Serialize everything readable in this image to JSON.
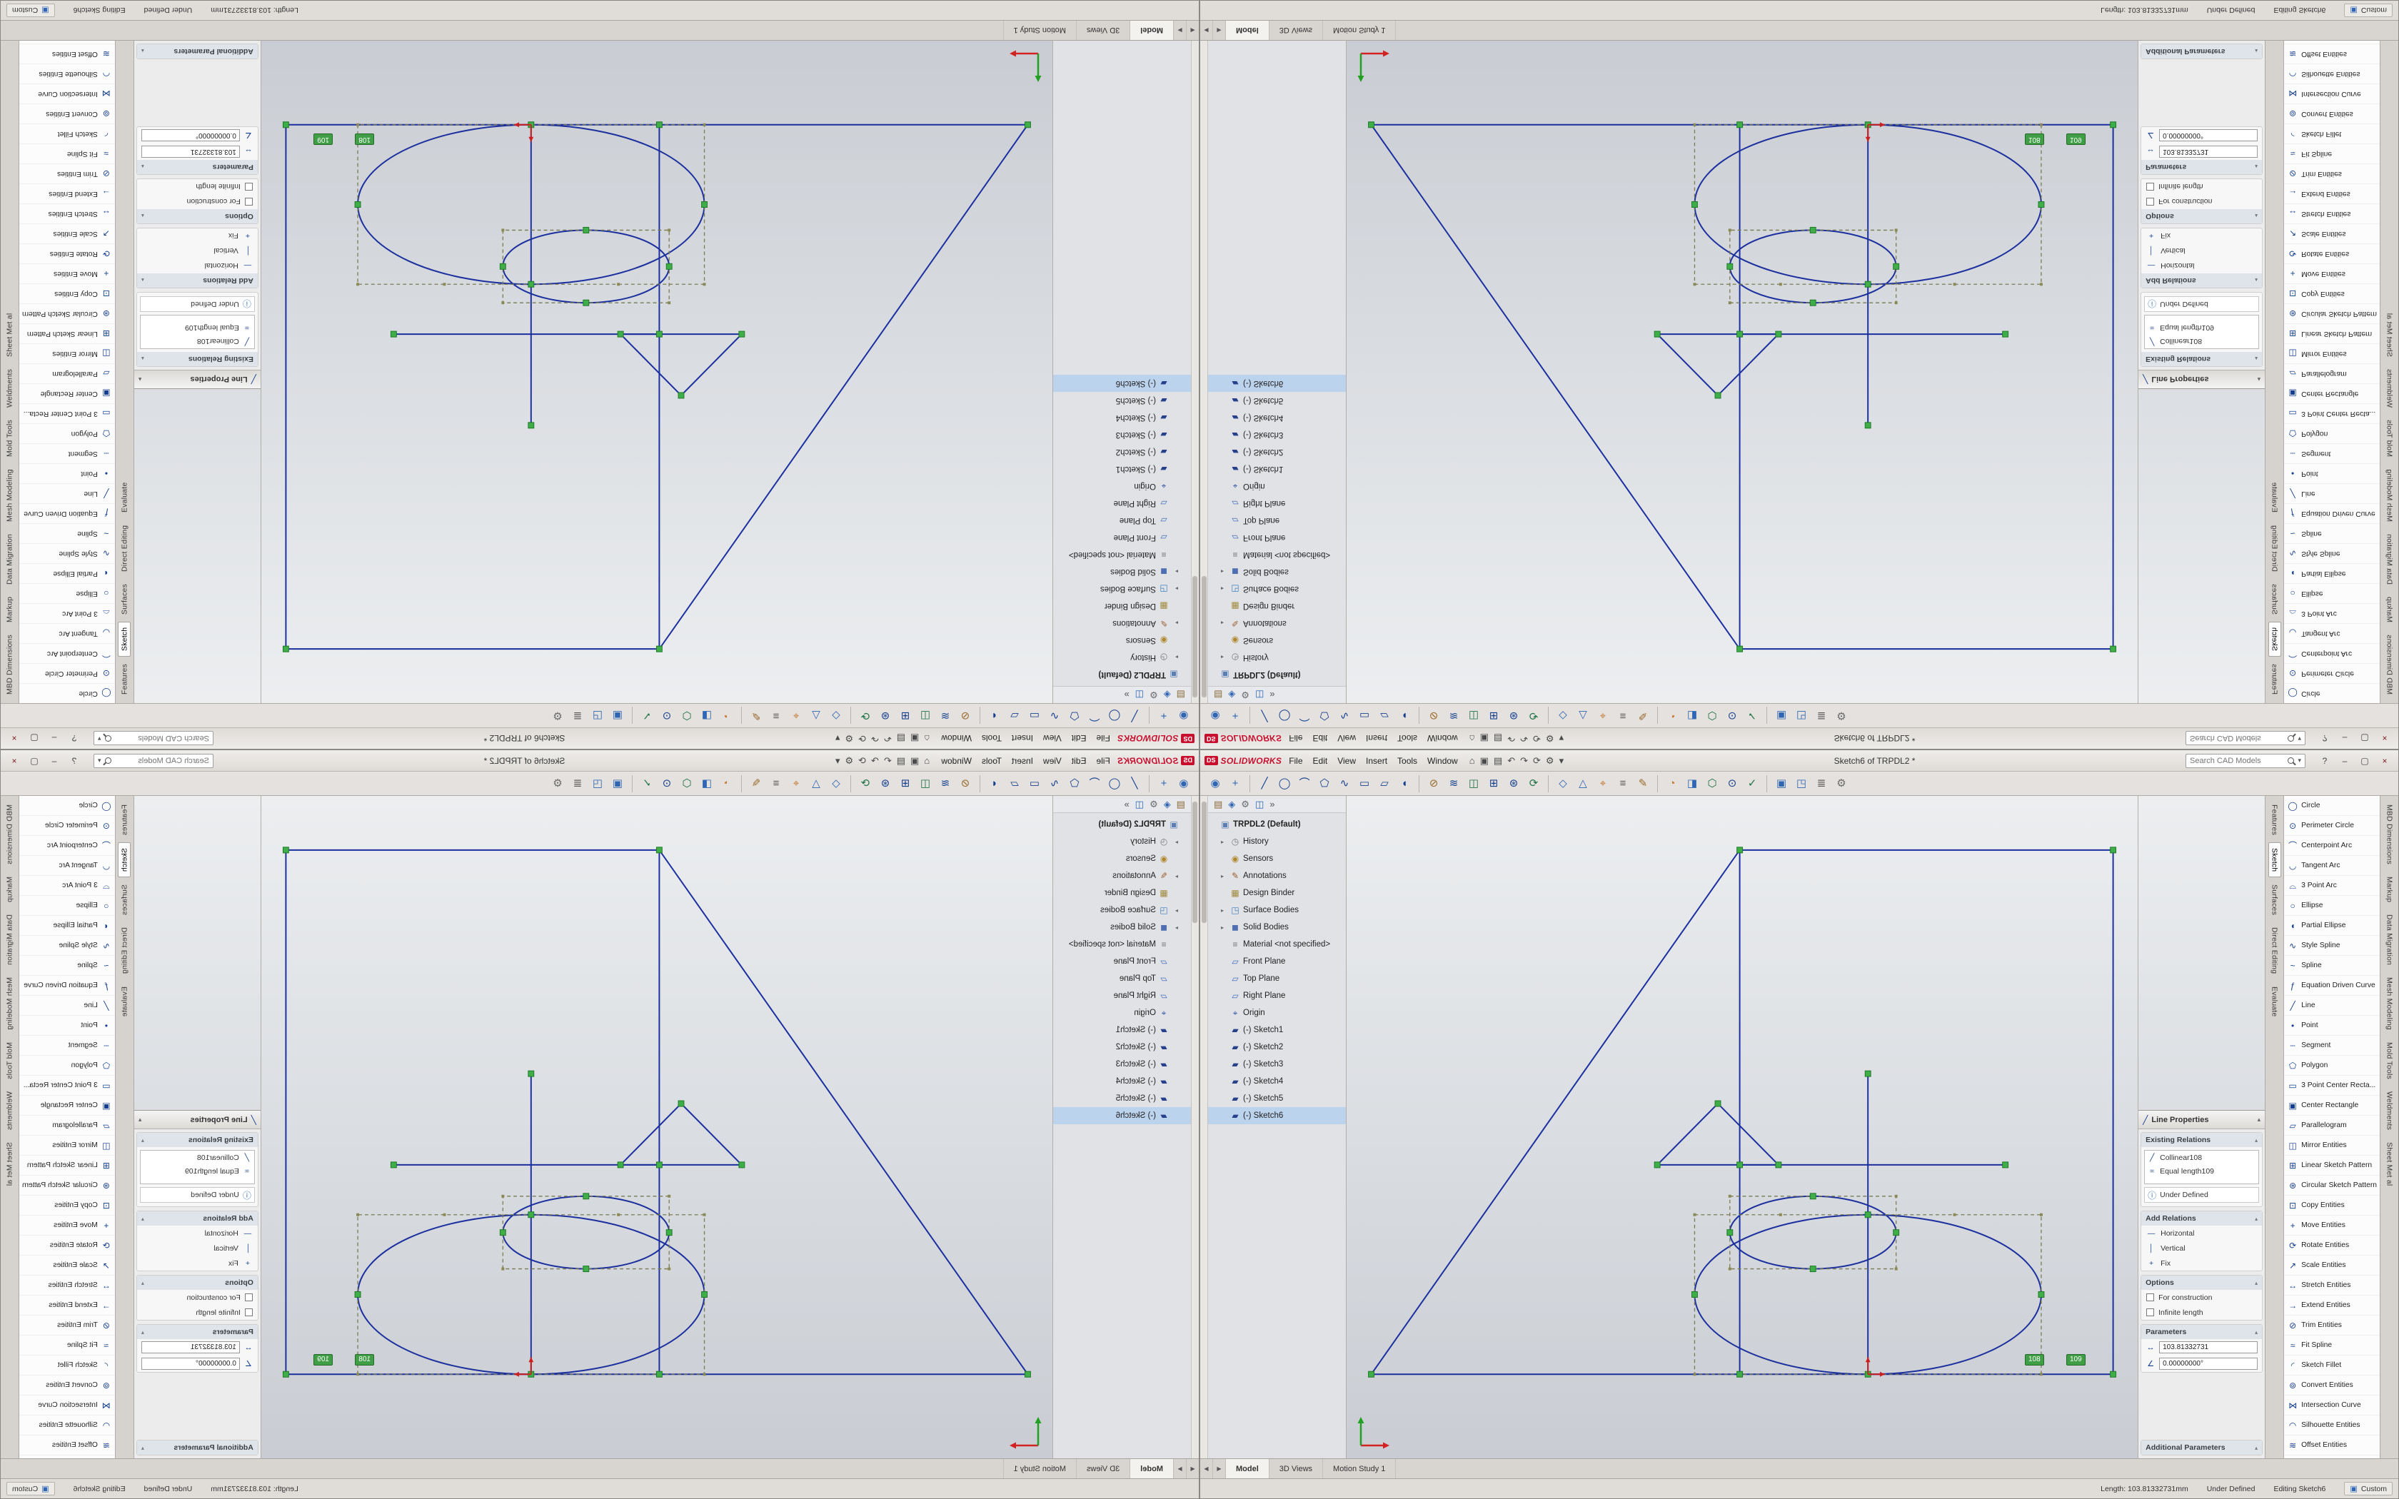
{
  "app": {
    "brand": "SOLIDWORKS",
    "logo_mark": "DS",
    "menus": [
      "File",
      "Edit",
      "View",
      "Insert",
      "Tools",
      "Window"
    ],
    "qat_icons": [
      "⌂",
      "▣",
      "▤",
      "↶",
      "↷",
      "⟳",
      "⚙",
      "▾"
    ],
    "title": "Sketch6 of TRPDL2 *",
    "search_placeholder": "Search CAD Models",
    "search_caret": "▾",
    "window": {
      "help": "?",
      "minimize": "–",
      "maximize": "▢",
      "close": "×"
    }
  },
  "toolbar": {
    "icons": [
      {
        "g": "◉",
        "c": "#2f66b3"
      },
      {
        "g": "+",
        "c": "#2f66b3"
      },
      {
        "cls": "sep"
      },
      {
        "g": "╱",
        "c": "#16408f"
      },
      {
        "g": "◯",
        "c": "#16408f"
      },
      {
        "g": "⌒",
        "c": "#16408f"
      },
      {
        "g": "⬠",
        "c": "#16408f"
      },
      {
        "g": "∿",
        "c": "#16408f"
      },
      {
        "g": "▭",
        "c": "#16408f"
      },
      {
        "g": "▱",
        "c": "#16408f"
      },
      {
        "g": "◖",
        "c": "#16408f"
      },
      {
        "cls": "sep"
      },
      {
        "g": "⊘",
        "c": "#9a6a2a"
      },
      {
        "g": "≋",
        "c": "#16408f"
      },
      {
        "g": "◫",
        "c": "#217346"
      },
      {
        "g": "⊞",
        "c": "#16408f"
      },
      {
        "g": "⊛",
        "c": "#16408f"
      },
      {
        "g": "⟳",
        "c": "#217346"
      },
      {
        "cls": "sep"
      },
      {
        "g": "◇",
        "c": "#2f66b3"
      },
      {
        "g": "△",
        "c": "#2f66b3"
      },
      {
        "g": "⌖",
        "c": "#c2762b"
      },
      {
        "g": "≡",
        "c": "#5a5a5a"
      },
      {
        "g": "✎",
        "c": "#9a6a2a"
      },
      {
        "cls": "sep"
      },
      {
        "g": "◔",
        "c": "#c2762b"
      },
      {
        "g": "◨",
        "c": "#2f66b3"
      },
      {
        "g": "⬡",
        "c": "#217346"
      },
      {
        "g": "⊙",
        "c": "#16408f"
      },
      {
        "g": "✓",
        "c": "#217346"
      },
      {
        "cls": "sep"
      },
      {
        "g": "▣",
        "c": "#2f66b3"
      },
      {
        "g": "◳",
        "c": "#2f66b3"
      },
      {
        "g": "≣",
        "c": "#5a5a5a"
      },
      {
        "g": "⚙",
        "c": "#6b6b6b"
      }
    ]
  },
  "feature_tree": {
    "tabs": [
      {
        "g": "▤",
        "c": "#8a6a36"
      },
      {
        "g": "◈",
        "c": "#2f66b3"
      },
      {
        "g": "⚙",
        "c": "#6b6b6b"
      },
      {
        "g": "◫",
        "c": "#2f66b3"
      },
      {
        "g": "»",
        "c": "#555555"
      }
    ],
    "items": [
      {
        "icon": "▣",
        "c": "#5a7db5",
        "label": "TRPDL2 (Default)",
        "cls": "root"
      },
      {
        "arrow": "▸",
        "icon": "◷",
        "c": "#7a7a7a",
        "label": "History"
      },
      {
        "icon": "◉",
        "c": "#b08830",
        "label": "Sensors"
      },
      {
        "arrow": "▸",
        "icon": "✎",
        "c": "#9a5b2a",
        "label": "Annotations"
      },
      {
        "icon": "▦",
        "c": "#a08a3c",
        "label": "Design Binder"
      },
      {
        "arrow": "▸",
        "icon": "◳",
        "c": "#3f7fbf",
        "label": "Surface Bodies"
      },
      {
        "arrow": "▸",
        "icon": "◼",
        "c": "#4f6fb0",
        "label": "Solid Bodies"
      },
      {
        "icon": "≡",
        "c": "#777777",
        "label": "Material <not specified>"
      },
      {
        "icon": "▱",
        "c": "#3f6fbf",
        "label": "Front Plane"
      },
      {
        "icon": "▱",
        "c": "#3f6fbf",
        "label": "Top Plane"
      },
      {
        "icon": "▱",
        "c": "#3f6fbf",
        "label": "Right Plane"
      },
      {
        "icon": "⌖",
        "c": "#2a4fa0",
        "label": "Origin"
      },
      {
        "icon": "▰",
        "c": "#27408b",
        "label": "(-) Sketch1"
      },
      {
        "icon": "▰",
        "c": "#27408b",
        "label": "(-) Sketch2"
      },
      {
        "icon": "▰",
        "c": "#27408b",
        "label": "(-) Sketch3"
      },
      {
        "icon": "▰",
        "c": "#27408b",
        "label": "(-) Sketch4"
      },
      {
        "icon": "▰",
        "c": "#27408b",
        "label": "(-) Sketch5"
      },
      {
        "icon": "▰",
        "c": "#27408b",
        "label": "(-) Sketch6",
        "cls": "active"
      }
    ]
  },
  "canvas": {
    "tag1": "108",
    "tag2": "109"
  },
  "pm": {
    "title": "Line Properties",
    "collapse": "▴",
    "chevron": "▴",
    "sec_existing": "Existing Relations",
    "relations": [
      {
        "icon": "╱",
        "label": "Collinear108"
      },
      {
        "icon": "=",
        "label": "Equal length109"
      }
    ],
    "info_icon": "ⓘ",
    "status": "Under Defined",
    "sec_add": "Add Relations",
    "add_relations": [
      {
        "icon": "—",
        "label": "Horizontal"
      },
      {
        "icon": "│",
        "label": "Vertical"
      },
      {
        "icon": "+",
        "label": "Fix"
      }
    ],
    "sec_options": "Options",
    "options": [
      {
        "label": "For construction"
      },
      {
        "label": "Infinite length"
      }
    ],
    "sec_params": "Parameters",
    "parameters": [
      {
        "icon": "↔",
        "value": "103.81332731"
      },
      {
        "icon": "∠",
        "value": "0.00000000°"
      }
    ],
    "sec_additional": "Additional Parameters"
  },
  "cm_tabs": [
    {
      "label": "Features"
    },
    {
      "label": "Sketch",
      "cls": "active"
    },
    {
      "label": "Surfaces"
    },
    {
      "label": "Direct Editing"
    },
    {
      "label": "Evaluate"
    }
  ],
  "tools": [
    {
      "icon": "◯",
      "label": "Circle"
    },
    {
      "icon": "⊙",
      "label": "Perimeter Circle"
    },
    {
      "icon": "⌒",
      "label": "Centerpoint Arc"
    },
    {
      "icon": "◡",
      "label": "Tangent Arc"
    },
    {
      "icon": "⌓",
      "label": "3 Point Arc"
    },
    {
      "icon": "○",
      "label": "Ellipse"
    },
    {
      "icon": "◖",
      "label": "Partial Ellipse"
    },
    {
      "icon": "∿",
      "label": "Style Spline"
    },
    {
      "icon": "~",
      "label": "Spline"
    },
    {
      "icon": "ƒ",
      "label": "Equation Driven Curve"
    },
    {
      "icon": "╱",
      "label": "Line"
    },
    {
      "icon": "•",
      "label": "Point"
    },
    {
      "icon": "┄",
      "label": "Segment"
    },
    {
      "icon": "⬠",
      "label": "Polygon"
    },
    {
      "icon": "▭",
      "label": "3 Point Center Recta..."
    },
    {
      "icon": "▣",
      "label": "Center Rectangle"
    },
    {
      "icon": "▱",
      "label": "Parallelogram"
    },
    {
      "icon": "◫",
      "label": "Mirror Entities"
    },
    {
      "icon": "⊞",
      "label": "Linear Sketch Pattern"
    },
    {
      "icon": "⊛",
      "label": "Circular Sketch Pattern"
    },
    {
      "icon": "⊡",
      "label": "Copy Entities"
    },
    {
      "icon": "+",
      "label": "Move Entities"
    },
    {
      "icon": "⟳",
      "label": "Rotate Entities"
    },
    {
      "icon": "↗",
      "label": "Scale Entities"
    },
    {
      "icon": "↔",
      "label": "Stretch Entities"
    },
    {
      "icon": "→",
      "label": "Extend Entities"
    },
    {
      "icon": "⊘",
      "label": "Trim Entities"
    },
    {
      "icon": "≈",
      "label": "Fit Spline"
    },
    {
      "icon": "◜",
      "label": "Sketch Fillet"
    },
    {
      "icon": "⊚",
      "label": "Convert Entities"
    },
    {
      "icon": "⋈",
      "label": "Intersection Curve"
    },
    {
      "icon": "◠",
      "label": "Silhouette Entities"
    },
    {
      "icon": "≋",
      "label": "Offset Entities"
    }
  ],
  "edge_tabs": [
    {
      "label": "MBD Dimensions"
    },
    {
      "label": "Markup"
    },
    {
      "label": "Data Migration"
    },
    {
      "label": "Mesh Modeling"
    },
    {
      "label": "Mold Tools"
    },
    {
      "label": "Weldments"
    },
    {
      "label": "Sheet Met al"
    }
  ],
  "doc_tabs": {
    "prev": "◀",
    "next": "▶",
    "items": [
      {
        "label": "Model",
        "cls": "active"
      },
      {
        "label": "3D Views"
      },
      {
        "label": "Motion Study 1"
      }
    ]
  },
  "status": {
    "length": "Length: 103.81332731mm",
    "state": "Under Defined",
    "editing": "Editing Sketch6",
    "custom_icon": "▣",
    "custom": "Custom"
  }
}
